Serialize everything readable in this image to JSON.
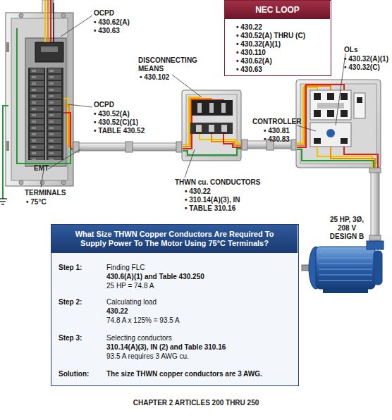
{
  "diagram": {
    "caption": "CHAPTER 2 ARTICLES 200 THRU 250",
    "nodes": [
      {
        "text": [
          "NEC LOOP",
          "• 430.22",
          "• 430.52(A) THRU (C)",
          "• 430.32(A)(1)",
          "• 430.110",
          "• 430.62(A)",
          "• 430.63"
        ]
      },
      {
        "text": [
          "What Size THWN Copper Conductors Are Required To Supply Power To The Motor Using 75°C Terminals?",
          "Step 1:",
          "Finding FLC",
          "430.6(A)(1) and Table 430.250",
          "25 HP = 74.8 A",
          "Step 2:",
          "Calculating load",
          "430.22",
          "74.8 A x 125% = 93.5 A",
          "Step 3:",
          "Selecting conductors",
          "310.14(A)(3), IN (2) and Table 310.16",
          "93.5 A requires 3 AWG cu.",
          "Solution:",
          "The size THWN copper conductors are  3 AWG."
        ]
      }
    ],
    "labels": [
      "OCPD",
      "• 430.62(A)",
      "• 430.63",
      "OCPD",
      "• 430.52(A)",
      "• 430.52(C)(1)",
      "• TABLE 430.52",
      "TERMINALS",
      "• 75°C",
      "DISCONNECTING MEANS",
      "• 430.102",
      "OLs",
      "• 430.32(A)(1)",
      "• 430.32(C)",
      "CONTROLLER",
      "• 430.81",
      "• 430.83",
      "EMT",
      "THWN cu. CONDUCTORS",
      "• 430.22",
      "• 310.14(A)(3), IN",
      "• TABLE 310.16",
      "25 HP, 3Ø, 208 V DESIGN B"
    ]
  }
}
